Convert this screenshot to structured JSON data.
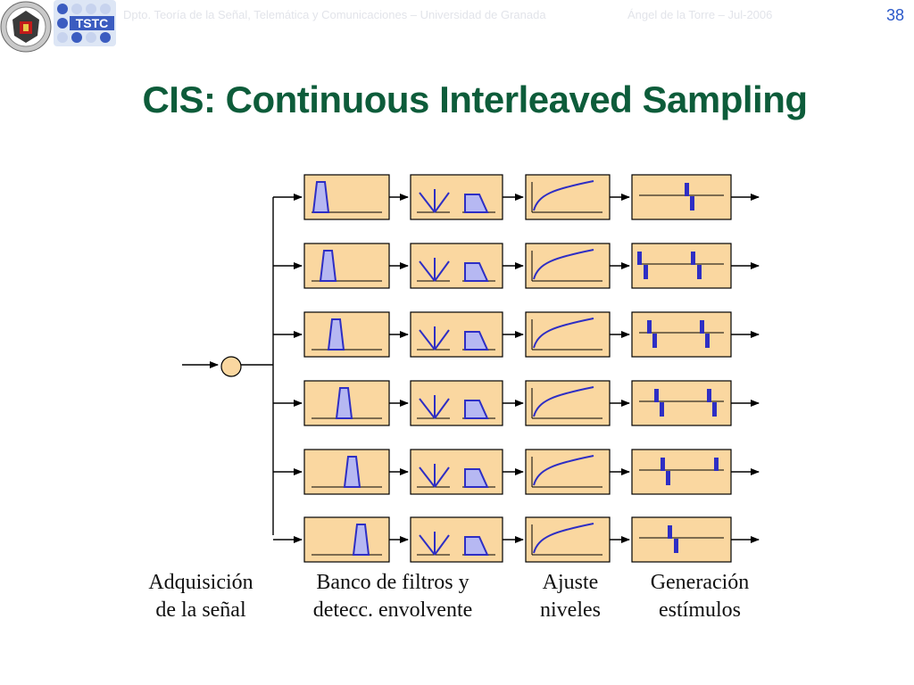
{
  "header": {
    "department": "Dpto. Teoría de la Señal, Telemática y Comunicaciones – Universidad de Granada",
    "author_date": "Ángel de la Torre – Jul-2006",
    "page_number": "38"
  },
  "logos": {
    "tstc_text": "TSTC"
  },
  "title": "CIS: Continuous Interleaved Sampling",
  "captions": [
    {
      "line1": "Adquisición",
      "line2": "de la señal"
    },
    {
      "line1": "Banco de filtros y",
      "line2": "detecc. envolvente"
    },
    {
      "line1": "Ajuste",
      "line2": "niveles"
    },
    {
      "line1": "Generación",
      "line2": "estímulos"
    }
  ],
  "colors": {
    "title": "#0d5c3a",
    "box_fill": "#fad7a0",
    "shape_fill": "#b6b8f2",
    "shape_stroke": "#2e2ec4",
    "page_number": "#2a58c9"
  }
}
